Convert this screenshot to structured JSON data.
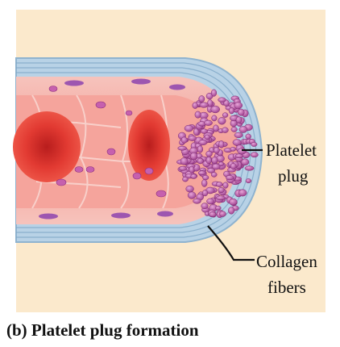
{
  "figure": {
    "caption": "(b) Platelet plug formation",
    "labels": {
      "platelet_plug_line1": "Platelet",
      "platelet_plug_line2": "plug",
      "collagen_line1": "Collagen",
      "collagen_line2": "fibers"
    }
  },
  "colors": {
    "panel_bg": "#fbe9cc",
    "vessel_wall": "#f2b5ad",
    "vessel_lumen": "#f4a6a0",
    "endothelium": "#f7c6c0",
    "rbc": "#e2312c",
    "rbc_center": "#c7201f",
    "platelet": "#c05aa8",
    "collagen": "#a9c6dc"
  }
}
